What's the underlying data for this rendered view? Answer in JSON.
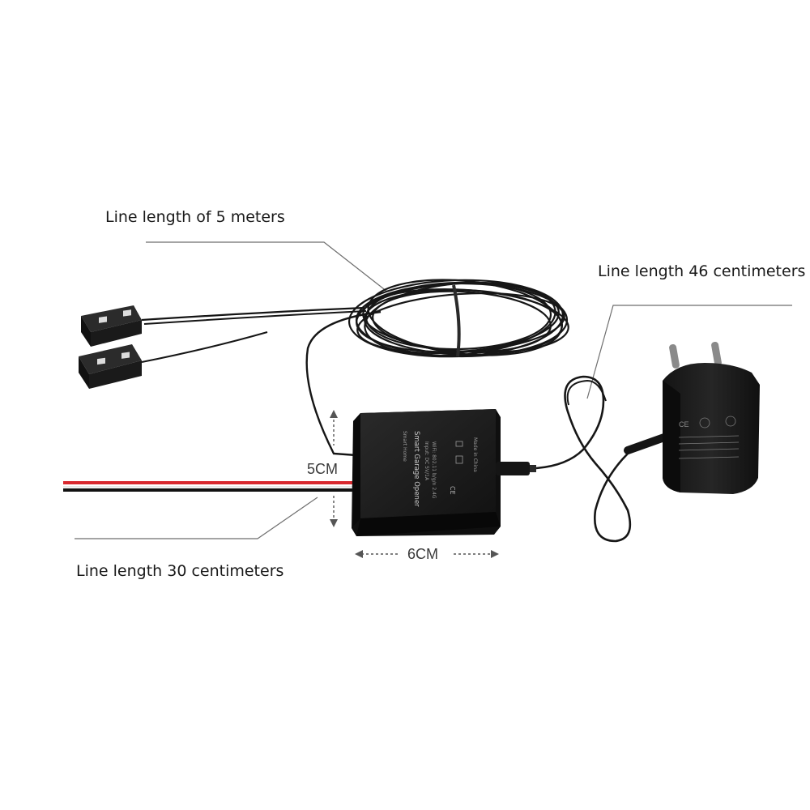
{
  "labels": {
    "sensor_cable": "Line length of 5 meters",
    "adapter_cable": "Line length 46 centimeters",
    "wire_leads": "Line length 30 centimeters"
  },
  "dimensions": {
    "height": "5CM",
    "width": "6CM"
  },
  "device": {
    "brand": "Smart Home",
    "name": "Smart Garage Opener",
    "input": "Input: DC 5V/1A",
    "wifi": "WiFi: 802.11 b/g/n 2.4G",
    "origin": "Made in China",
    "mark": "CE"
  },
  "colors": {
    "wire_red": "#d8282e",
    "wire_black": "#111111",
    "device_body": "#1b1b1b",
    "leader_line": "#6e6e6e"
  }
}
